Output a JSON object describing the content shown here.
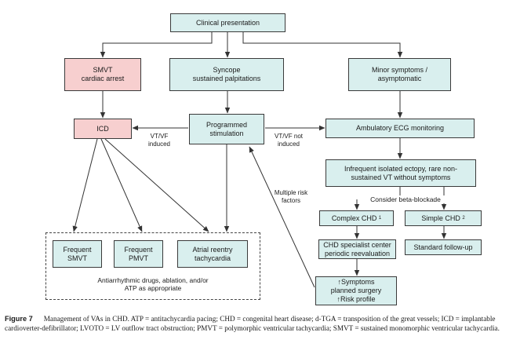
{
  "nodes": {
    "clinical": "Clinical presentation",
    "smvt": "SMVT\ncardiac arrest",
    "syncope": "Syncope\nsustained palpitations",
    "minor": "Minor symptoms /\nasymptomatic",
    "icd": "ICD",
    "prog": "Programmed\nstimulation",
    "ambulatory": "Ambulatory ECG monitoring",
    "infrequent": "Infrequent isolated ectopy, rare non-\nsustained VT without symptoms",
    "complex": "Complex CHD",
    "complex_sup": "1",
    "simple": "Simple CHD",
    "simple_sup": "2",
    "specialist": "CHD specialist center\nperiodic reevaluation",
    "standard": "Standard follow-up",
    "risk": "↑Symptoms\nplanned surgery\n↑Risk profile",
    "freq_smvt": "Frequent\nSMVT",
    "freq_pmvt": "Frequent\nPMVT",
    "atrial": "Atrial reentry\ntachycardia"
  },
  "labels": {
    "vtvf_induced": "VT/VF\ninduced",
    "vtvf_not_induced": "VT/VF not\ninduced",
    "multiple_risk": "Multiple risk\nfactors",
    "beta_blockade": "Consider beta-blockade",
    "group_text": "Antiarrhythmic drugs, ablation, and/or\nATP as appropriate"
  },
  "colors": {
    "teal_fill": "#d9efee",
    "pink_fill": "#f7cfcf",
    "line": "#333333"
  },
  "caption": {
    "figure_label": "Figure 7",
    "text": "Management of VAs in CHD. ATP = antitachycardia pacing; CHD = congenital heart disease; d-TGA = transposition of the great vessels; ICD = implantable cardioverter-defibrillator; LVOTO = LV outflow tract obstruction; PMVT = polymorphic ventricular tachycardia; SMVT = sustained monomorphic ventricular tachycardia."
  }
}
